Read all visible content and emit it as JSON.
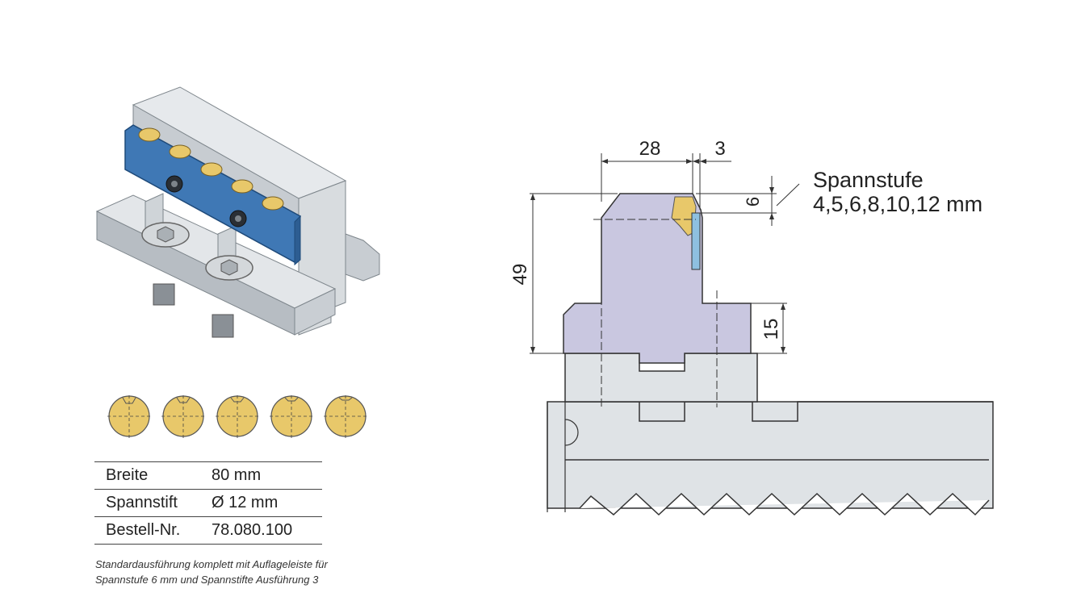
{
  "specs": [
    {
      "label": "Breite",
      "value": "80 mm"
    },
    {
      "label": "Spannstift",
      "value": "Ø 12 mm"
    },
    {
      "label": "Bestell-Nr.",
      "value": "78.080.100"
    }
  ],
  "note": [
    "Standardausführung komplett mit Auflageleiste für",
    "Spannstufe 6 mm und Spannstifte Ausführung 3"
  ],
  "drawing": {
    "dim_width": "28",
    "dim_step": "3",
    "dim_height": "49",
    "dim_base": "15",
    "dim_clamp": "6",
    "clamp_label": "Spannstufe",
    "clamp_sizes": "4,5,6,8,10,12 mm"
  },
  "pin_count": 5,
  "colors": {
    "jaw": "#c9c7e0",
    "steel": "#dfe3e6",
    "insert": "#3f78b5",
    "pin": "#e8c86a",
    "bar": "#8ec0e0"
  }
}
